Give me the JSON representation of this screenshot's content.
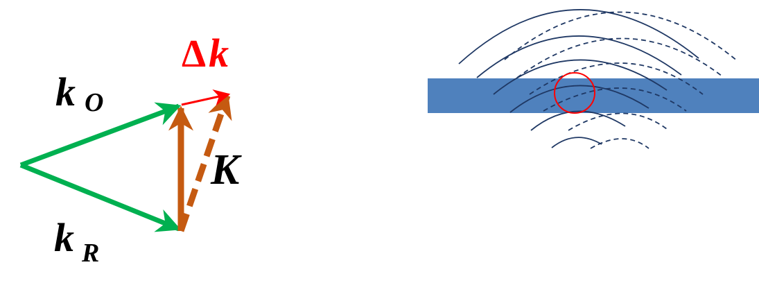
{
  "vector_diagram": {
    "labels": {
      "k_o_main": "k",
      "k_o_sub": "O",
      "k_r_main": "k",
      "k_r_sub": "R",
      "delta_symbol": "Δ",
      "delta_k_letter": "k",
      "K": "K"
    },
    "colors": {
      "wave_vectors": "#00b050",
      "grating_vector": "#c55a11",
      "mismatch": "#ff0000",
      "text": "#000000"
    }
  },
  "wavefront_diagram": {
    "colors": {
      "layer": "#4f81bd",
      "wavefronts": "#1f3864",
      "circle": "#ff0000"
    }
  }
}
